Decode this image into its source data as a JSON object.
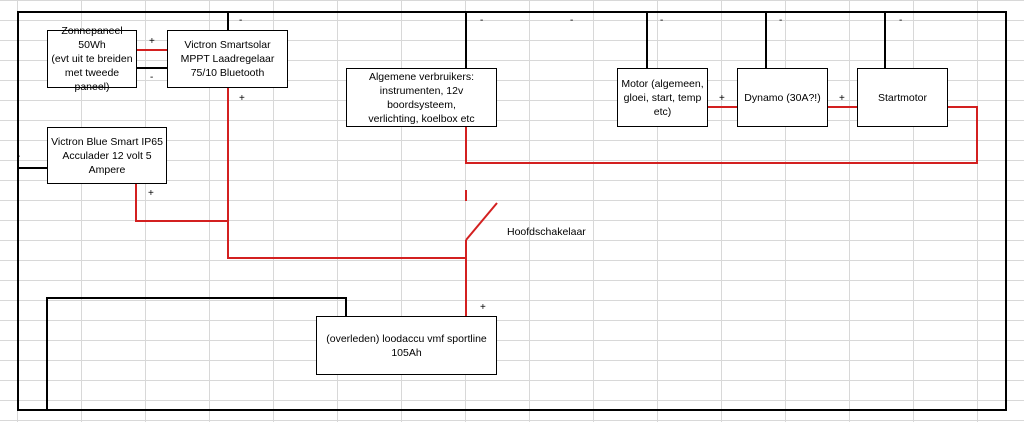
{
  "boxes": {
    "solar_panel": "Zonnepaneel 50Wh\n(evt uit te breiden\nmet tweede paneel)",
    "charge_controller": "Victron Smartsolar\nMPPT Laadregelaar\n75/10 Bluetooth",
    "consumers": "Algemene verbruikers:\ninstrumenten, 12v boordsysteem,\nverlichting, koelbox etc",
    "motor": "Motor (algemeen,\ngloei, start, temp\netc)",
    "dynamo": "Dynamo (30A?!)",
    "starter": "Startmotor",
    "charger": "Victron Blue Smart IP65\nAcculader 12 volt 5 Ampere",
    "battery": "(overleden) loodaccu vmf sportline 105Ah"
  },
  "switch_label": "Hoofdschakelaar",
  "polarity": {
    "plus": "+",
    "minus": "-"
  },
  "colors": {
    "positive_wire": "#d32020",
    "negative_wire": "#000000",
    "grid": "#d8d8d8"
  }
}
